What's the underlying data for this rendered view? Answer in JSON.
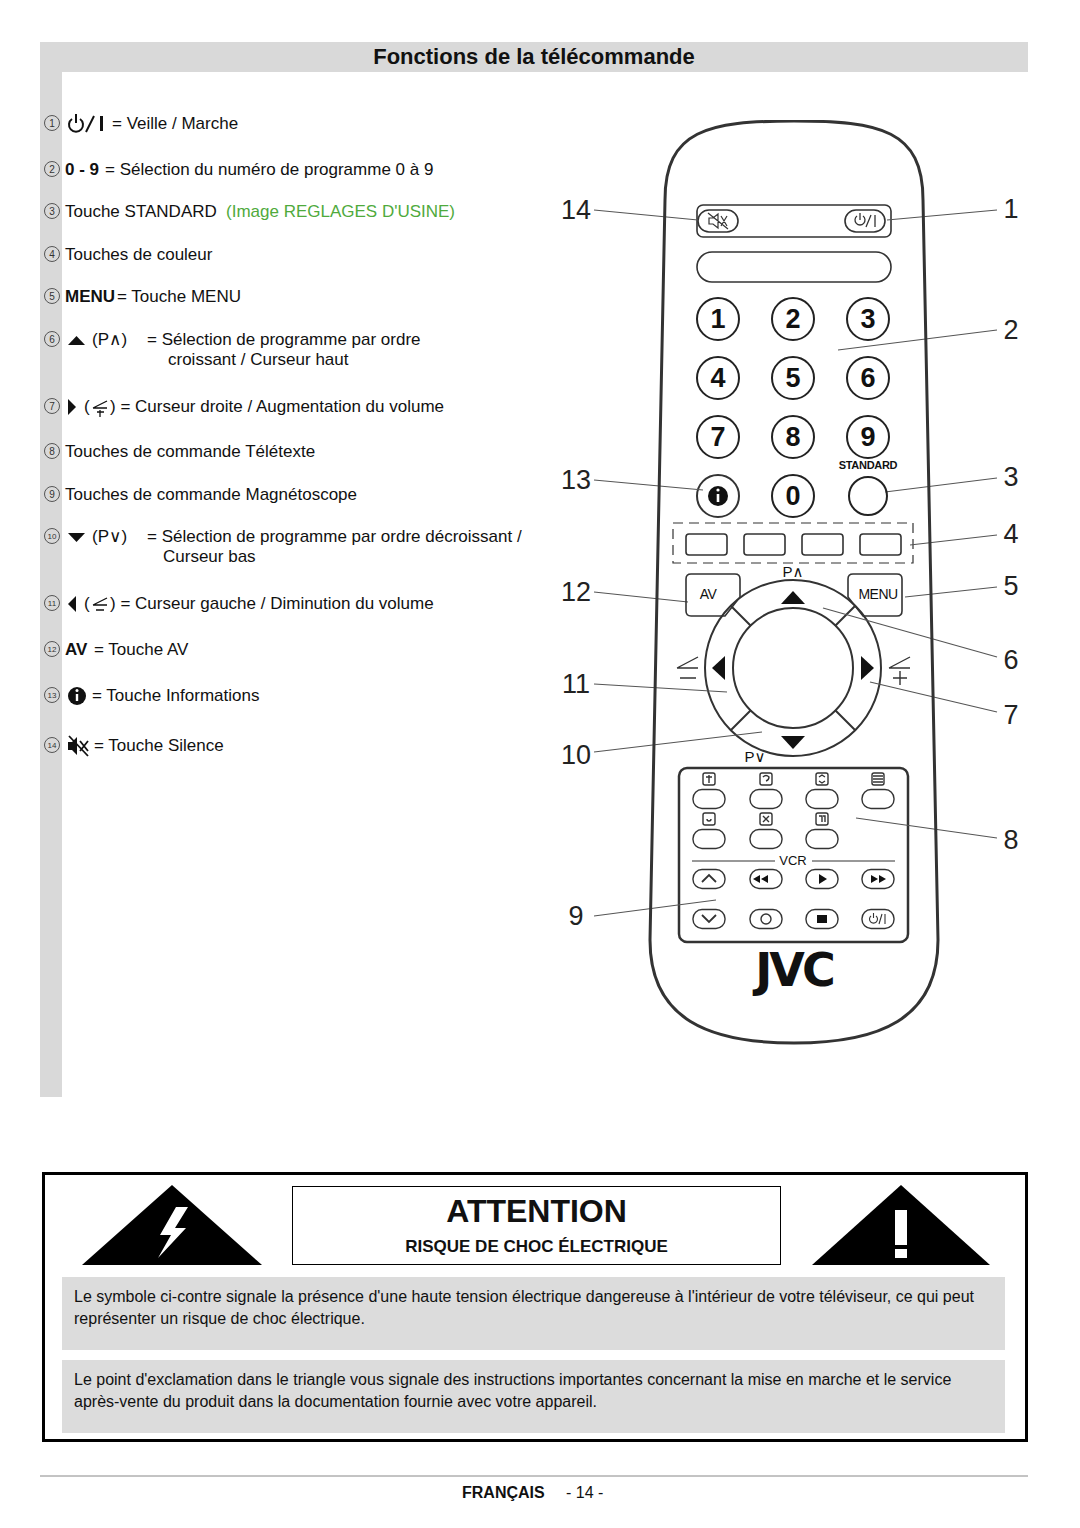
{
  "diagram": {
    "title": "Fonctions de la télécommande",
    "nodes": [
      {
        "text": [
          "JVC"
        ]
      },
      {
        "text": [
          "1"
        ],
        "in": 0
      },
      {
        "text": [
          "2"
        ],
        "in": 0
      },
      {
        "text": [
          "3"
        ],
        "in": 0
      },
      {
        "text": [
          "4"
        ],
        "in": 0
      },
      {
        "text": [
          "5"
        ],
        "in": 0
      },
      {
        "text": [
          "6"
        ],
        "in": 0
      },
      {
        "text": [
          "7"
        ],
        "in": 0
      },
      {
        "text": [
          "8"
        ],
        "in": 0
      },
      {
        "text": [
          "9"
        ],
        "in": 0
      },
      {
        "text": [
          "0"
        ],
        "in": 0
      },
      {
        "text": [
          "STANDARD"
        ],
        "in": 0
      },
      {
        "text": [
          "AV"
        ],
        "in": 0
      },
      {
        "text": [
          "MENU"
        ],
        "in": 0
      },
      {
        "text": [
          "ATTENTION",
          "RISQUE DE CHOC ÉLECTRIQUE"
        ]
      },
      {
        "text": [
          "Le symbole ci-contre signale la présence d'une haute tension électrique dangereuse à l'intérieur de votre téléviseur, ce qui peut représenter un risque de choc électrique."
        ]
      },
      {
        "text": [
          "Le point d'exclamation dans le triangle vous signale des instructions importantes concernant la mise en marche et le service après-vente du produit dans la documentation fournie avec votre appareil."
        ]
      }
    ],
    "labels": [
      "1",
      "= Veille / Marche",
      "2",
      "0 - 9",
      "= Sélection du numéro de programme 0 à 9",
      "3",
      "Touche STANDARD",
      "(Image REGLAGES D'USINE)",
      "4",
      "Touches de couleur",
      "5",
      "MENU",
      "= Touche MENU",
      "6",
      "(P∧)",
      "= Sélection de programme par ordre croissant / Curseur haut",
      "7",
      "(",
      ") = Curseur droite / Augmentation du volume",
      "8",
      "Touches de commande Télétexte",
      "9",
      "Touches de commande Magnétoscope",
      "10",
      "(P∨)",
      "= Sélection de programme par ordre décroissant / Curseur bas",
      "11",
      "(",
      ") = Curseur gauche / Diminution du volume",
      "12",
      "AV",
      "= Touche AV",
      "13",
      "= Touche Informations",
      "14",
      "= Touche Silence",
      "P∧",
      "P∨",
      "VCR",
      "1",
      "2",
      "3",
      "4",
      "5",
      "6",
      "7",
      "8",
      "14",
      "13",
      "12",
      "11",
      "10",
      "9",
      "FRANÇAIS",
      "- 14 -"
    ]
  }
}
